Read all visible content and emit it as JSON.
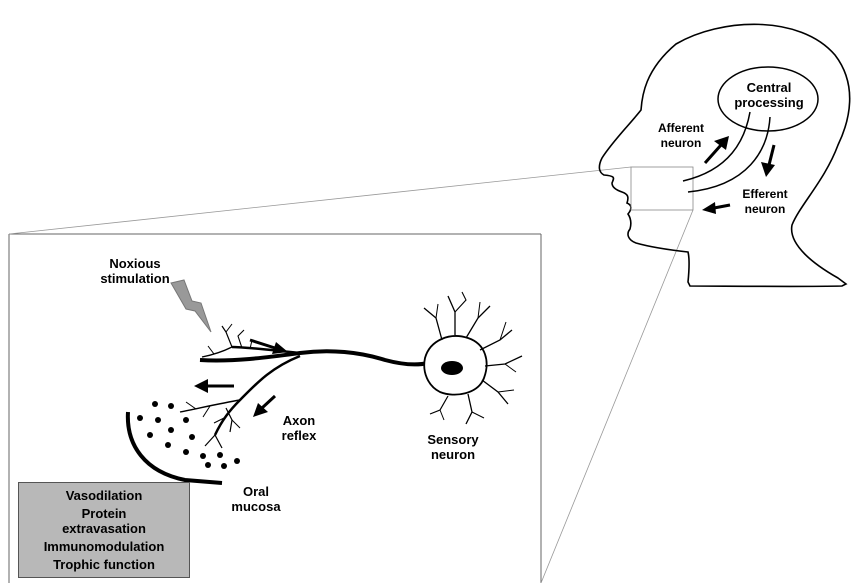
{
  "labels": {
    "central": [
      "Central",
      "processing"
    ],
    "afferent": [
      "Afferent",
      "neuron"
    ],
    "efferent": [
      "Efferent",
      "neuron"
    ],
    "noxious": [
      "Noxious",
      "stimulation"
    ],
    "axon_reflex": [
      "Axon",
      "reflex"
    ],
    "sensory": [
      "Sensory",
      "neuron"
    ],
    "oral": [
      "Oral",
      "mucosa"
    ]
  },
  "effects_box": [
    "Vasodilation",
    "Protein",
    "extravasation",
    "Immunomodulation",
    "Trophic function"
  ]
}
